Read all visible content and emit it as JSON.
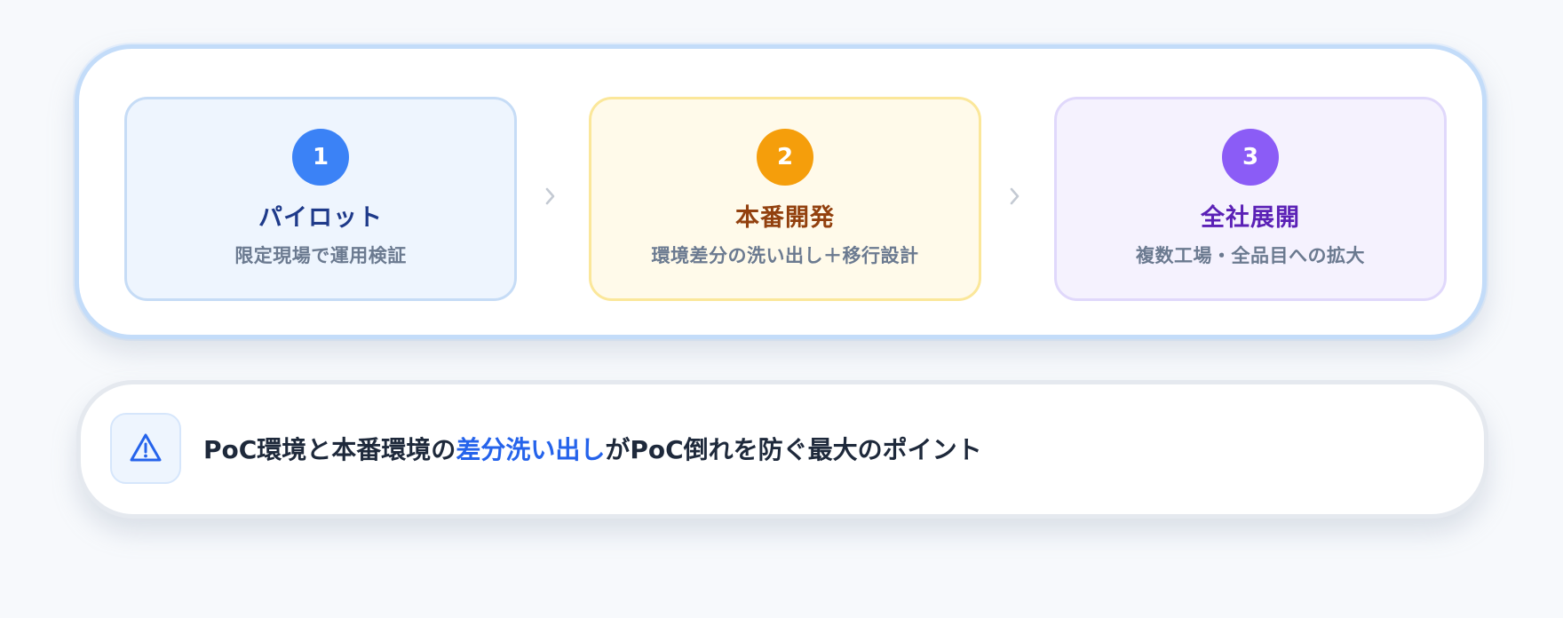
{
  "steps": [
    {
      "number": "1",
      "title": "パイロット",
      "description": "限定現場で運用検証",
      "color": "#3b82f6"
    },
    {
      "number": "2",
      "title": "本番開発",
      "description": "環境差分の洗い出し＋移行設計",
      "color": "#f59e0b"
    },
    {
      "number": "3",
      "title": "全社展開",
      "description": "複数工場・全品目への拡大",
      "color": "#8b5cf6"
    }
  ],
  "arrows": {
    "icon": "chevron-right-icon"
  },
  "note": {
    "icon": "warning-icon",
    "text_before": "PoC環境と本番環境の",
    "text_highlight": "差分洗い出し",
    "text_after": "がPoC倒れを防ぐ最大のポイント",
    "highlight_color": "#2563eb"
  }
}
